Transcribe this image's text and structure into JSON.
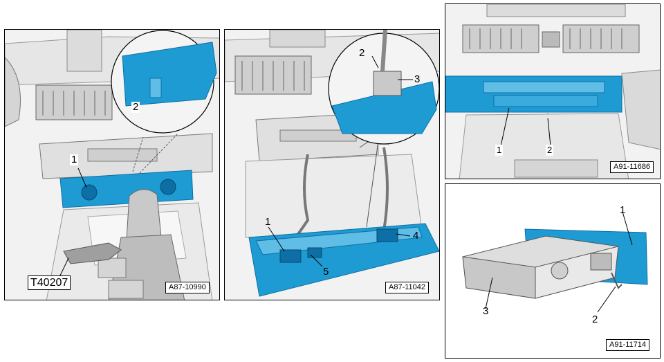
{
  "panels": {
    "p1": {
      "ref": "A87-10990",
      "callouts": [
        "1",
        "2"
      ],
      "tool": "T40207"
    },
    "p2": {
      "ref": "A87-11042",
      "callouts": [
        "1",
        "2",
        "3",
        "4",
        "5"
      ]
    },
    "p3": {
      "ref": "A91-11686",
      "callouts": [
        "1",
        "2"
      ]
    },
    "p4": {
      "ref": "A91-11714",
      "callouts": [
        "1",
        "2",
        "3"
      ]
    }
  },
  "colors": {
    "highlight": "#1f9bd3",
    "highlight_dark": "#0d6fa5",
    "line": "#555555"
  }
}
